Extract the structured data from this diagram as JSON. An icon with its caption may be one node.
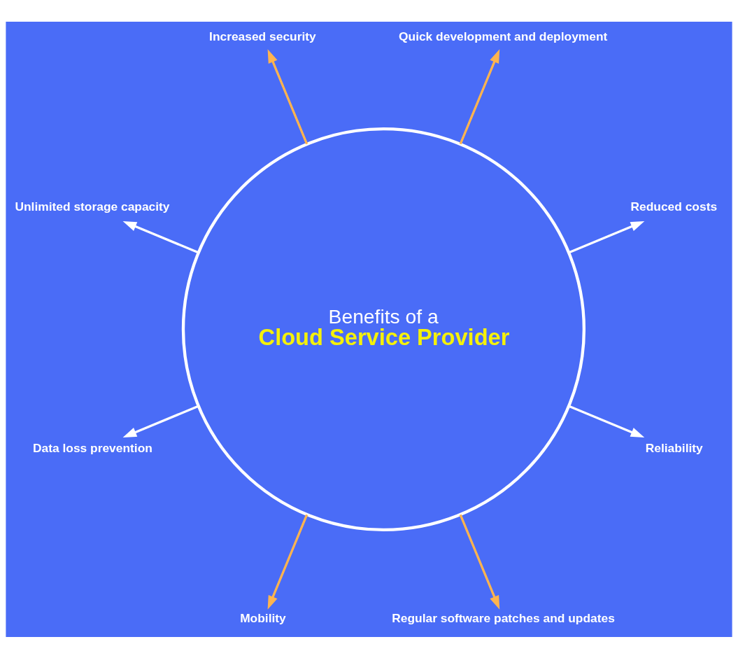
{
  "diagram": {
    "nodes": [
      {
        "text": [
          "Benefits of a",
          "Cloud Service Provider"
        ]
      },
      {
        "text": [
          "Reduced costs"
        ]
      },
      {
        "text": [
          "Quick development and deployment"
        ]
      },
      {
        "text": [
          "Increased security"
        ]
      },
      {
        "text": [
          "Unlimited storage capacity"
        ]
      },
      {
        "text": [
          "Data loss prevention"
        ]
      },
      {
        "text": [
          "Mobility"
        ]
      },
      {
        "text": [
          "Regular software patches and updates"
        ]
      },
      {
        "text": [
          "Reliability"
        ]
      }
    ],
    "edges": [
      {
        "from": 0,
        "to": 1,
        "arrow": "to"
      },
      {
        "from": 0,
        "to": 3,
        "arrow": "to",
        "color": "#ffb44f"
      },
      {
        "from": 0,
        "to": 5,
        "arrow": "to"
      },
      {
        "from": 0,
        "to": 7,
        "arrow": "to",
        "color": "#ffb44f"
      },
      {
        "from": 0,
        "to": 8,
        "arrow": "to"
      },
      {
        "from": 0,
        "to": 6,
        "arrow": "to",
        "color": "#ffb44f"
      },
      {
        "from": 0,
        "to": 4,
        "arrow": "to"
      },
      {
        "from": 0,
        "to": 2,
        "arrow": "to",
        "color": "#ffb44f"
      }
    ]
  }
}
